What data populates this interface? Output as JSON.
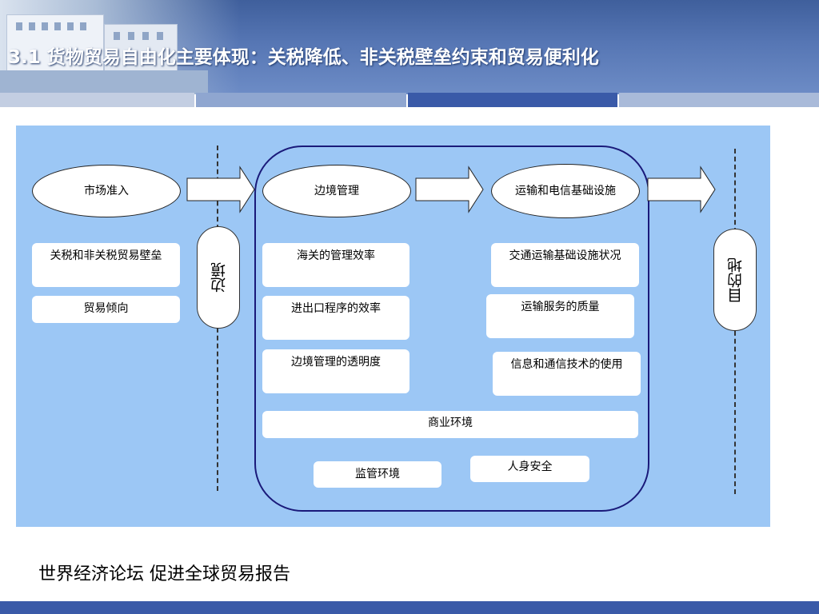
{
  "header": {
    "title": "3.1 货物贸易自由化主要体现：关税降低、非关税壁垒约束和贸易便利化",
    "accent_color": "#5676b4"
  },
  "diagram": {
    "stages": [
      {
        "label": "市场准入"
      },
      {
        "label": "边境管理"
      },
      {
        "label": "运输和电信基础设施"
      }
    ],
    "border_label": "边境",
    "destination_label": "目的地",
    "market_access_items": [
      {
        "label": "关税和非关税贸易壁垒"
      },
      {
        "label": "贸易倾向"
      }
    ],
    "border_admin_items": [
      {
        "label": "海关的管理效率"
      },
      {
        "label": "进出口程序的效率"
      },
      {
        "label": "边境管理的透明度"
      }
    ],
    "transport_items": [
      {
        "label": "交通运输基础设施状况"
      },
      {
        "label": "运输服务的质量"
      },
      {
        "label": "信息和通信技术的使用"
      }
    ],
    "business_environment": "商业环境",
    "regulatory_environment": "监管环境",
    "personal_security": "人身安全",
    "background_color": "#9cc7f5"
  },
  "footer": {
    "source": "世界经济论坛 促进全球贸易报告"
  }
}
